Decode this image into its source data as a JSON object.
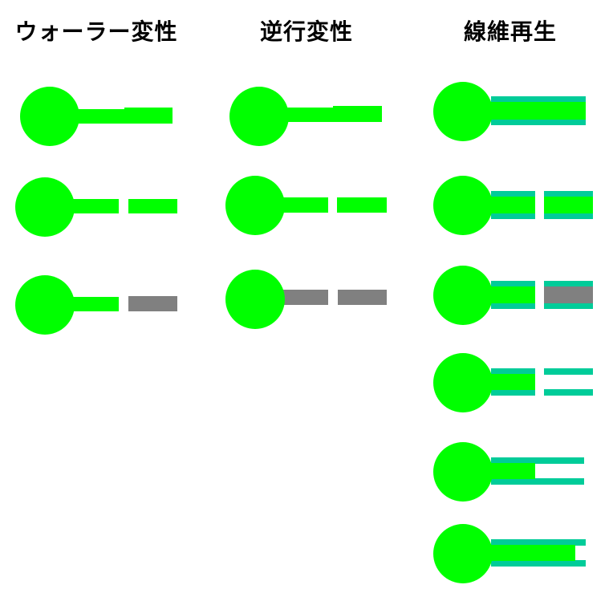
{
  "columns": [
    {
      "title": "ウォーラー変性"
    },
    {
      "title": "逆行変性"
    },
    {
      "title": "線維再生"
    }
  ],
  "colors": {
    "neuron": "#00ff00",
    "degenerated": "#808080",
    "sheath": "#00cc99",
    "background": "#ffffff"
  }
}
